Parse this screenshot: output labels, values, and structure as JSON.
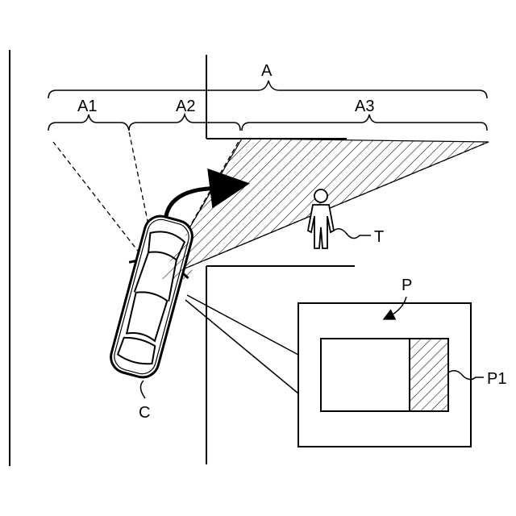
{
  "labels": {
    "a": "A",
    "a1": "A1",
    "a2": "A2",
    "a3": "A3",
    "t": "T",
    "p": "P",
    "p1": "P1",
    "c": "C"
  }
}
